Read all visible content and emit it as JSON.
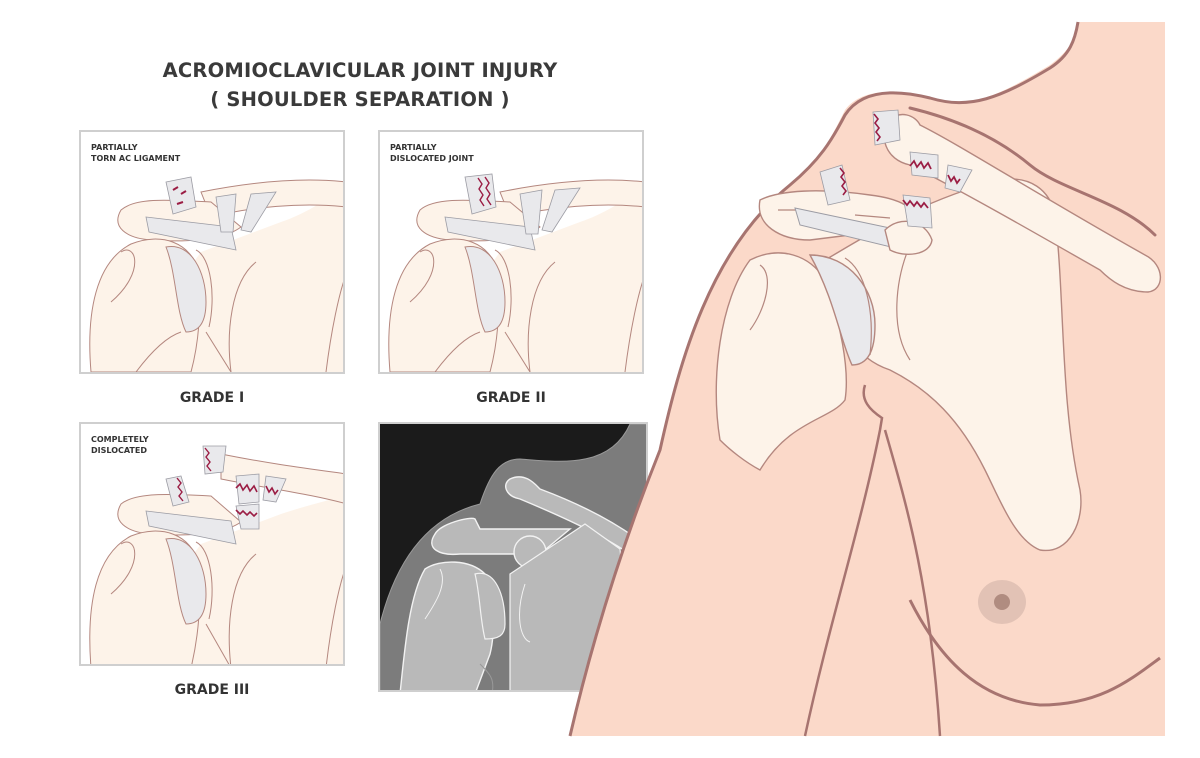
{
  "title": {
    "line1": "ACROMIOCLAVICULAR JOINT INJURY",
    "line2": "( SHOULDER SEPARATION )"
  },
  "panels": [
    {
      "id": "grade-1",
      "caption_line1": "PARTIALLY",
      "caption_line2": "TORN AC LIGAMENT",
      "grade_label": "GRADE I"
    },
    {
      "id": "grade-2",
      "caption_line1": "PARTIALLY",
      "caption_line2": "DISLOCATED JOINT",
      "grade_label": "GRADE II"
    },
    {
      "id": "grade-3",
      "caption_line1": "COMPLETELY",
      "caption_line2": "DISLOCATED",
      "grade_label": "GRADE III"
    },
    {
      "id": "xray",
      "caption_line1": "",
      "caption_line2": "",
      "grade_label": ""
    }
  ],
  "colors": {
    "skin": "#fbd9c9",
    "skin_outline": "#a77470",
    "bone": "#fdf3e9",
    "bone_outline": "#b4877f",
    "cartilage": "#e9e9ec",
    "tear": "#9b1d44",
    "xray_bg": "#1b1b1b",
    "xray_soft": "#7c7c7c",
    "xray_bone": "#b9b9b9",
    "panel_border": "#cfcfcf",
    "text": "#333333",
    "areola": "#e2c2b5",
    "nipple": "#b08c80"
  }
}
